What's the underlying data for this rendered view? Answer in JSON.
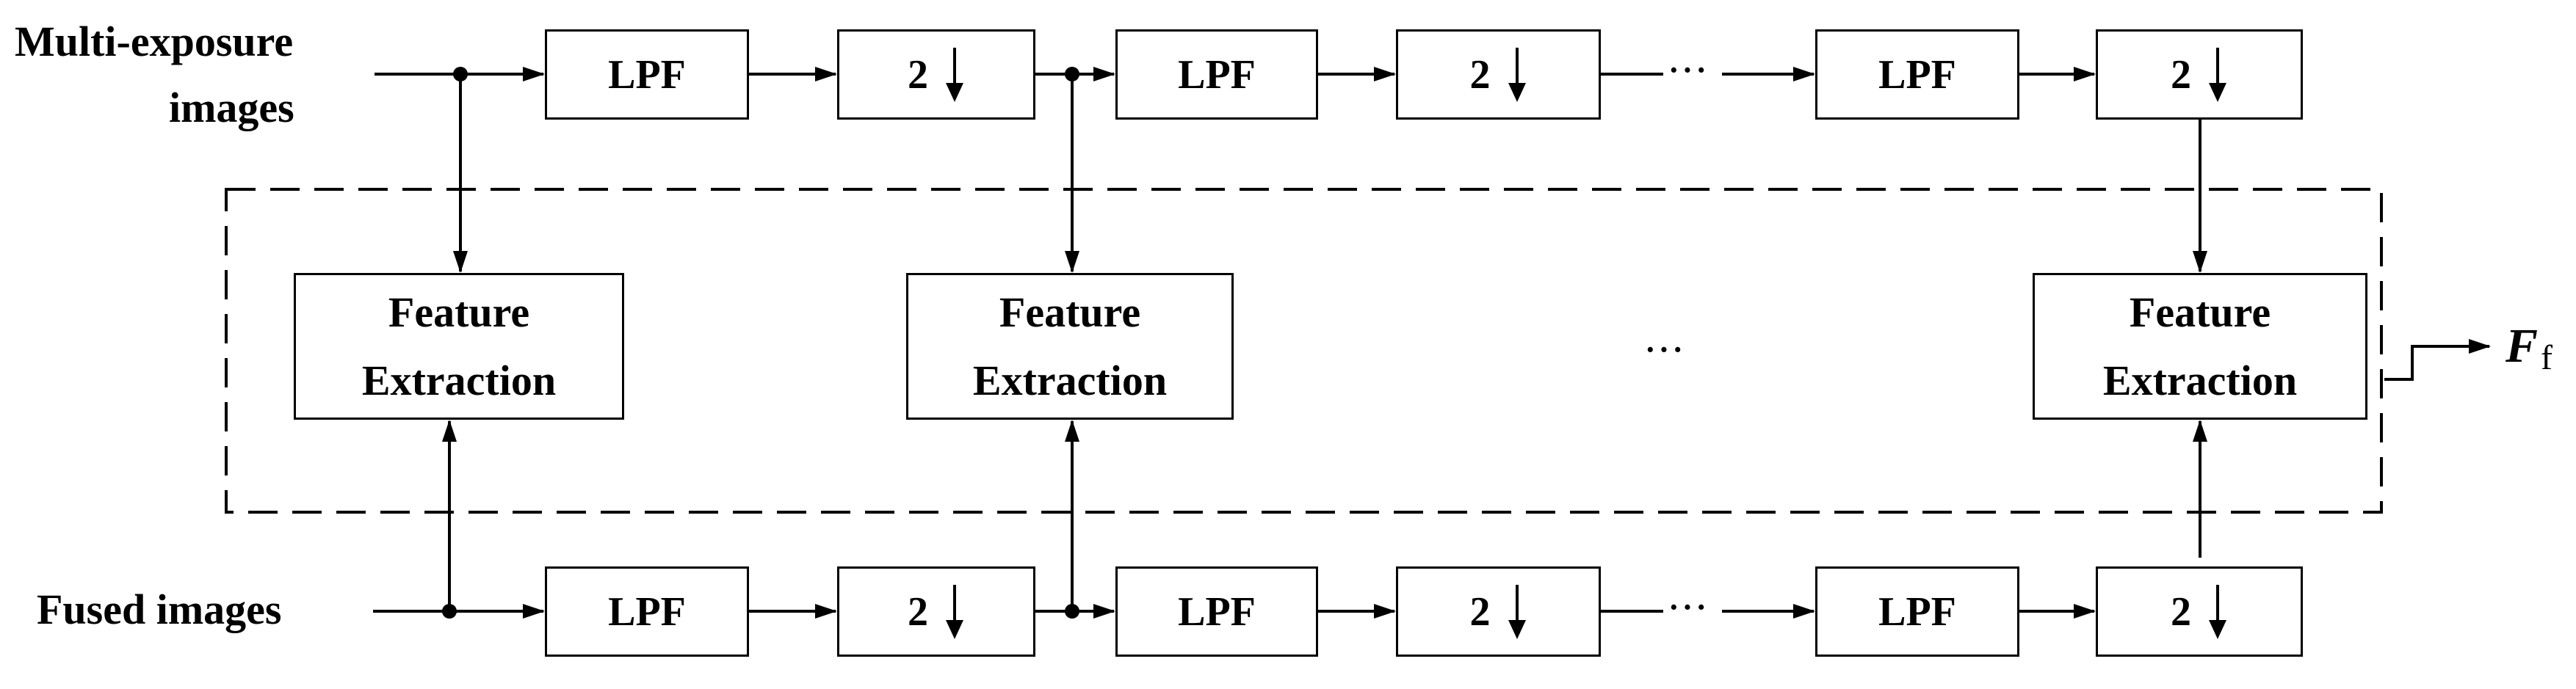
{
  "inputs": {
    "top_label_line1": "Multi-exposure",
    "top_label_line2": "images",
    "bottom_label": "Fused images"
  },
  "blocks": {
    "lpf": "LPF",
    "downsample_factor": "2",
    "feature_line1": "Feature",
    "feature_line2": "Extraction"
  },
  "ellipsis": "···",
  "output": {
    "symbol": "F",
    "subscript": "f"
  }
}
